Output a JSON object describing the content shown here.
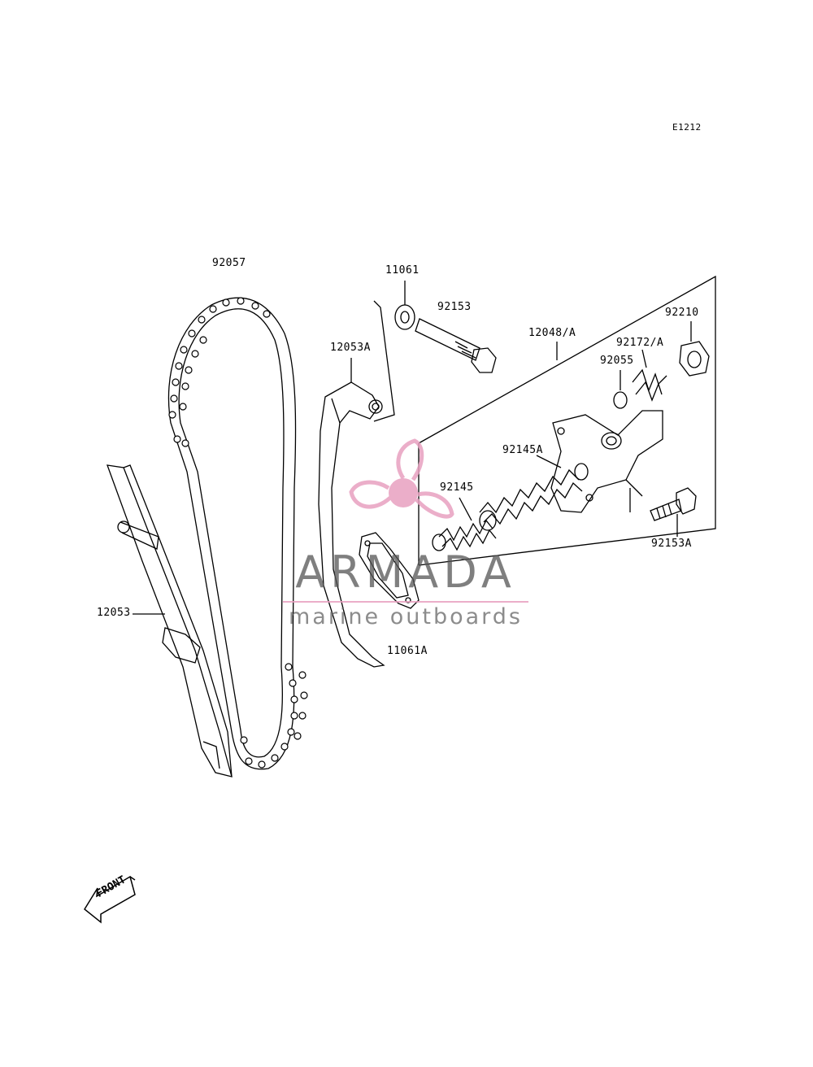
{
  "diagram": {
    "code": "E1212",
    "parts": {
      "p92057": "92057",
      "p11061": "11061",
      "p92153": "92153",
      "p12053A": "12053A",
      "p12048A": "12048/A",
      "p92210": "92210",
      "p92172A": "92172/A",
      "p92055": "92055",
      "p92145A": "92145A",
      "p92145": "92145",
      "p92153A": "92153A",
      "p12053": "12053",
      "p11061A": "11061A"
    },
    "front_arrow": "FRONT"
  },
  "watermark": {
    "title": "ARMADA",
    "subtitle": "marine outboards",
    "accent_color": "#e8a0c0"
  }
}
